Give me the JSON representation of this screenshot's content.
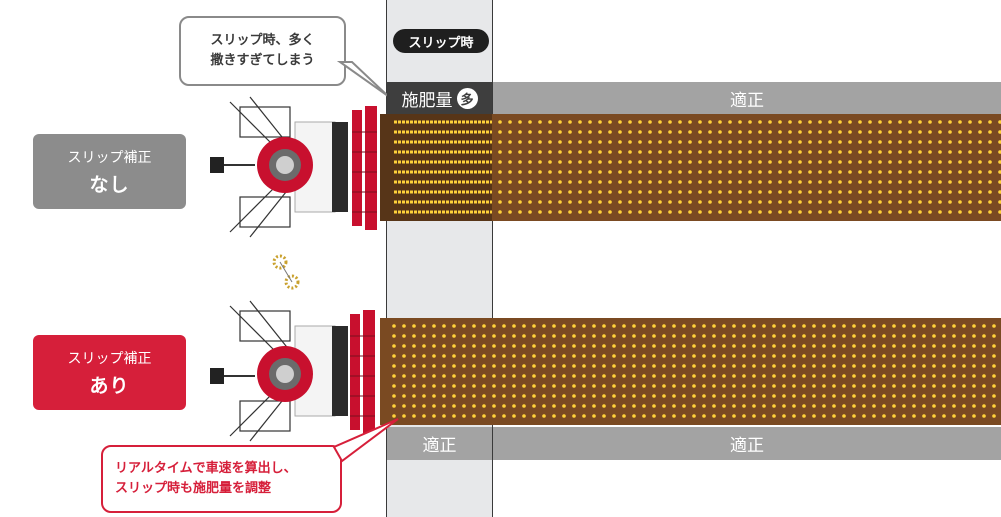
{
  "slip_label": "スリップ時",
  "callout_top": {
    "line1": "スリップ時、多く",
    "line2": "撒きすぎてしまう"
  },
  "callout_bottom": {
    "line1": "リアルタイムで車速を算出し、",
    "line2": "スリップ時も施肥量を調整"
  },
  "top_row": {
    "slip_bar_label": "施肥量",
    "slip_badge": "多",
    "normal_bar_label": "適正",
    "side_label_line1": "スリップ補正",
    "side_label_line2": "なし",
    "side_label_color": "#8c8c8c"
  },
  "bottom_row": {
    "slip_bar_label": "適正",
    "normal_bar_label": "適正",
    "side_label_line1": "スリップ補正",
    "side_label_line2": "あり",
    "side_label_color": "#d61f3a"
  },
  "colors": {
    "soil": "#7a4a22",
    "seed": "#ffd23a",
    "accent_red": "#d61f3a",
    "bar_gray": "#a3a3a3",
    "bar_dark": "#3e3e3e"
  },
  "icons": {
    "planter": "rice-transplanter-icon",
    "gear": "gear-icon"
  }
}
